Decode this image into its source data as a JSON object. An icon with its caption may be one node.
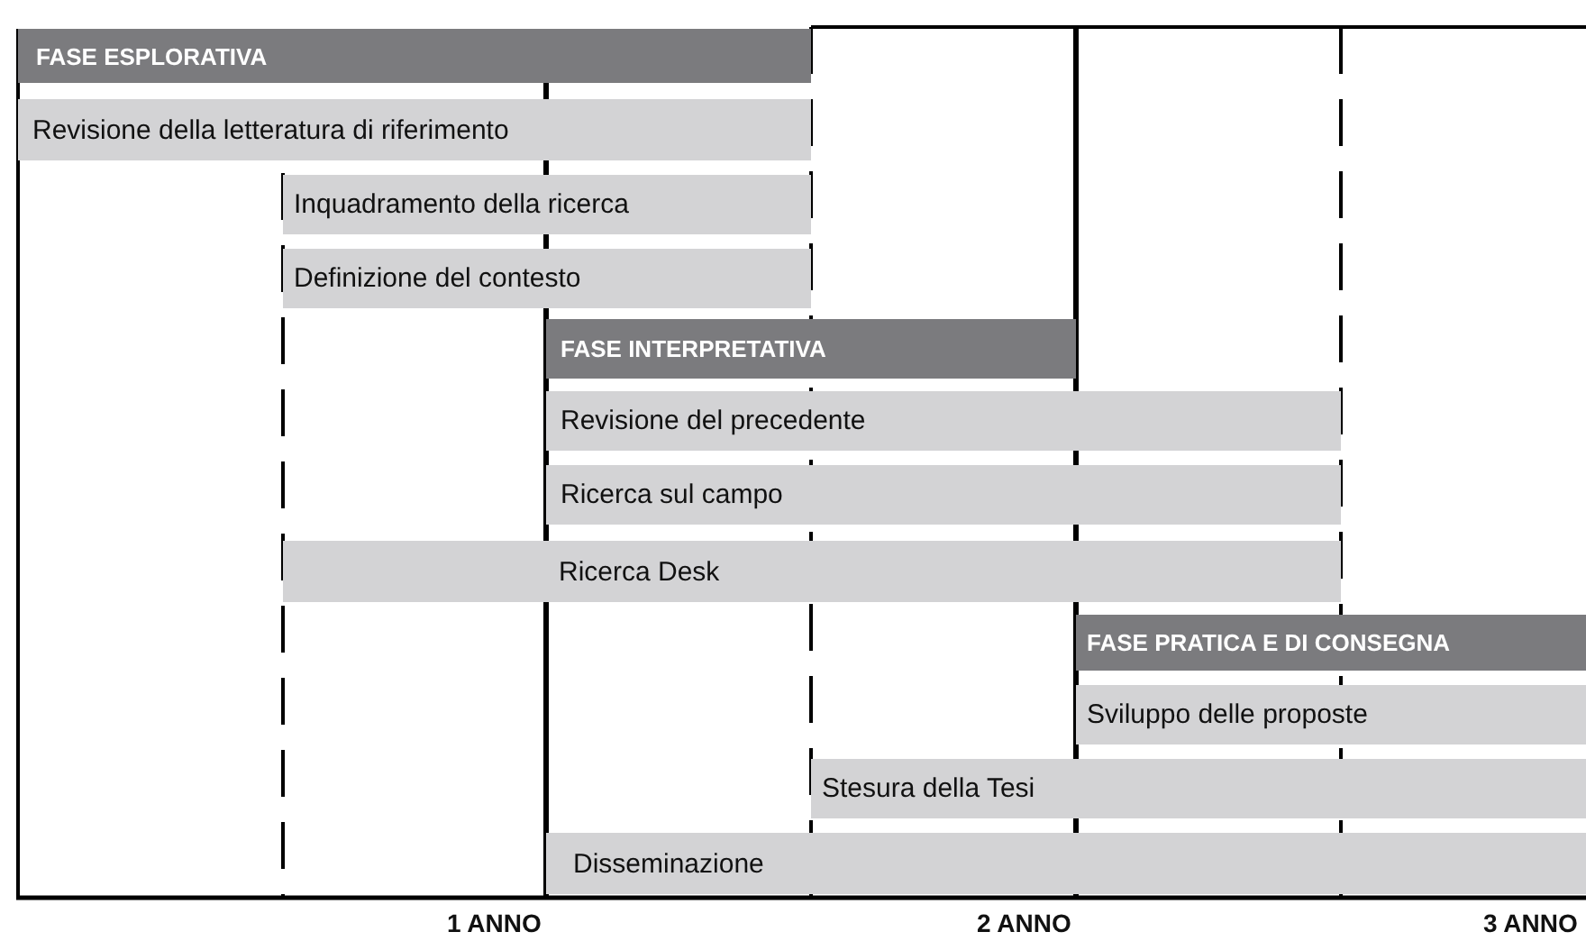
{
  "diagram": {
    "nodes": [
      {
        "text": [
          "FASE ESPLORATIVA"
        ]
      },
      {
        "text": [
          "Revisione della letteratura di riferimento"
        ]
      },
      {
        "text": [
          "Inquadramento della ricerca"
        ]
      },
      {
        "text": [
          "Definizione del contesto"
        ]
      },
      {
        "text": [
          "FASE INTERPRETATIVA"
        ]
      },
      {
        "text": [
          "Revisione del precedente"
        ]
      },
      {
        "text": [
          "Ricerca sul campo"
        ]
      },
      {
        "text": [
          "Ricerca Desk"
        ]
      },
      {
        "text": [
          "FASE PRATICA E DI CONSEGNA"
        ]
      },
      {
        "text": [
          "Sviluppo delle proposte"
        ]
      },
      {
        "text": [
          "Stesura della Tesi"
        ]
      },
      {
        "text": [
          "Disseminazione"
        ]
      }
    ],
    "labels": [
      "1 ANNO",
      "2 ANNO",
      "3 ANNO"
    ]
  }
}
